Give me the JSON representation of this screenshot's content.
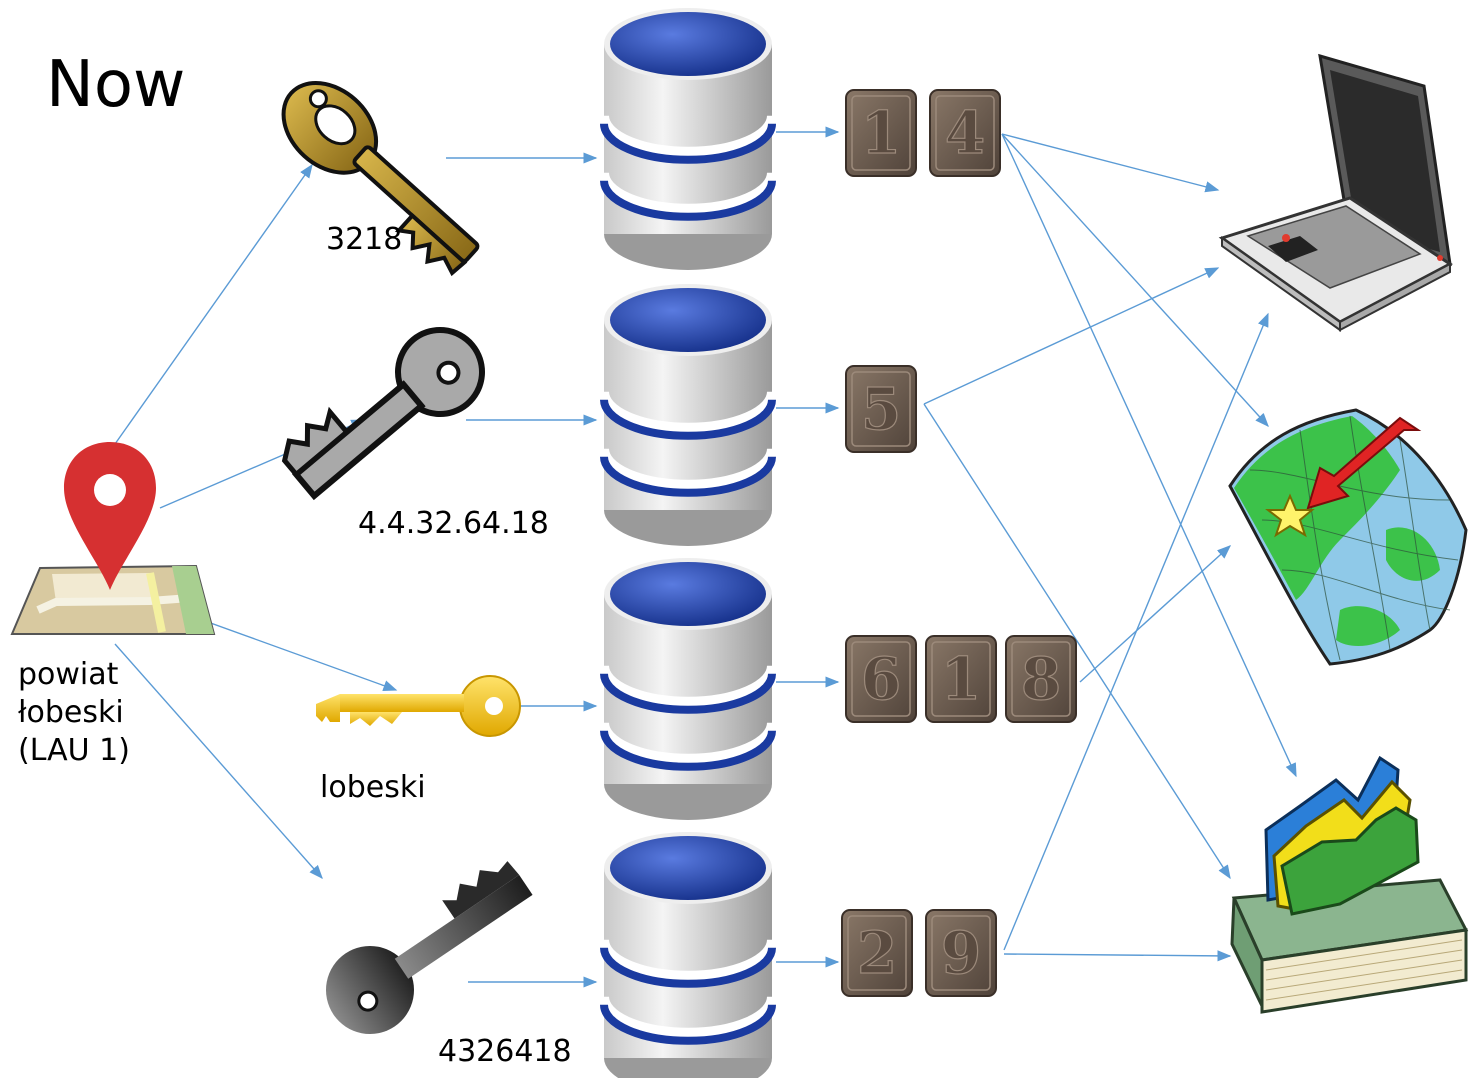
{
  "title": "Now",
  "region": {
    "line1": "powiat",
    "line2": "łobeski",
    "line3": "(LAU 1)"
  },
  "keys": [
    {
      "label": "3218",
      "color": "#b8962e"
    },
    {
      "label": "4.4.32.64.18",
      "color": "#a9a9a9"
    },
    {
      "label": "lobeski",
      "color": "#f2c41c"
    },
    {
      "label": "4326418",
      "color": "#4a4a4a"
    }
  ],
  "tiles": [
    {
      "digits": [
        "1",
        "4"
      ]
    },
    {
      "digits": [
        "5"
      ]
    },
    {
      "digits": [
        "6",
        "1",
        "8"
      ]
    },
    {
      "digits": [
        "2",
        "9"
      ]
    }
  ],
  "colors": {
    "arrow": "#5b9bd5",
    "db_top": "#1f3fa3",
    "db_band": "#1a3aa0",
    "tile": "#6b5a4e",
    "pin": "#d63031"
  },
  "outputs": {
    "laptop_icon": "laptop-icon",
    "map_icon": "map-with-star-icon",
    "report_icon": "chart-book-icon"
  }
}
